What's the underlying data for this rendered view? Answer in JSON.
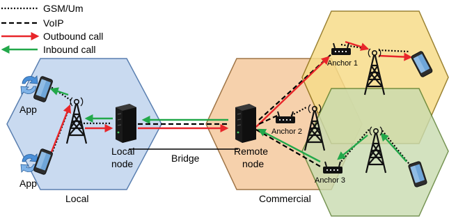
{
  "legend": {
    "items": [
      {
        "label": "GSM/Um",
        "style": "dotted",
        "color": "#000000"
      },
      {
        "label": "VoIP",
        "style": "dashed",
        "color": "#000000"
      },
      {
        "label": "Outbound call",
        "style": "arrow",
        "color": "#e8262a"
      },
      {
        "label": "Inbound call",
        "style": "arrow",
        "color": "#22a84a"
      }
    ]
  },
  "regions": {
    "local": {
      "label": "Local",
      "fill": "#c9daf0",
      "stroke": "#5a7fb0"
    },
    "commercial": {
      "label": "Commercial",
      "fill": "#f6cfa8",
      "stroke": "#9a6e3e"
    },
    "anchor_cell_1": {
      "fill": "#f7dc8a",
      "stroke": "#8a6d10"
    },
    "anchor_cell_2": {
      "fill": "#c9dcb0",
      "stroke": "#557a2a"
    }
  },
  "labels": {
    "app_top": "App",
    "app_bottom": "App",
    "local_node_line1": "Local",
    "local_node_line2": "node",
    "bridge": "Bridge",
    "remote_node_line1": "Remote",
    "remote_node_line2": "node",
    "anchor1": "Anchor 1",
    "anchor2": "Anchor 2",
    "anchor3": "Anchor 3"
  },
  "icons": {
    "phone": "smartphone-icon",
    "tower": "cell-tower-icon",
    "server": "server-icon",
    "router": "router-icon",
    "sync": "sync-arrows-icon"
  }
}
